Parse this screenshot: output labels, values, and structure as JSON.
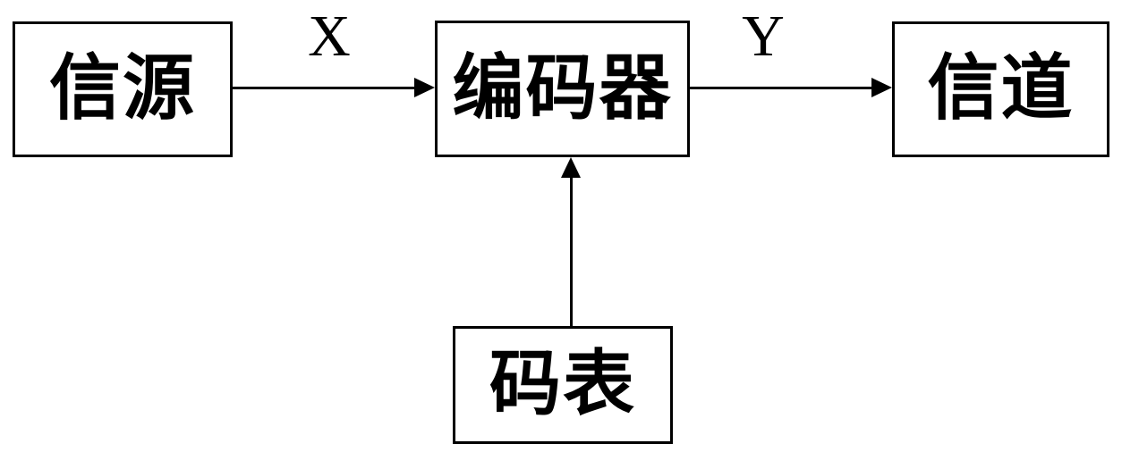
{
  "diagram": {
    "title": "source-coding-block-diagram",
    "background_color": "#ffffff",
    "line_color": "#000000",
    "nodes": [
      {
        "id": "source",
        "label": "信源"
      },
      {
        "id": "encoder",
        "label": "编码器"
      },
      {
        "id": "channel",
        "label": "信道"
      },
      {
        "id": "codebook",
        "label": "码表"
      }
    ],
    "edges": [
      {
        "from": "source",
        "to": "encoder",
        "label": "X",
        "direction": "right"
      },
      {
        "from": "encoder",
        "to": "channel",
        "label": "Y",
        "direction": "right"
      },
      {
        "from": "codebook",
        "to": "encoder",
        "label": "",
        "direction": "up"
      }
    ]
  }
}
